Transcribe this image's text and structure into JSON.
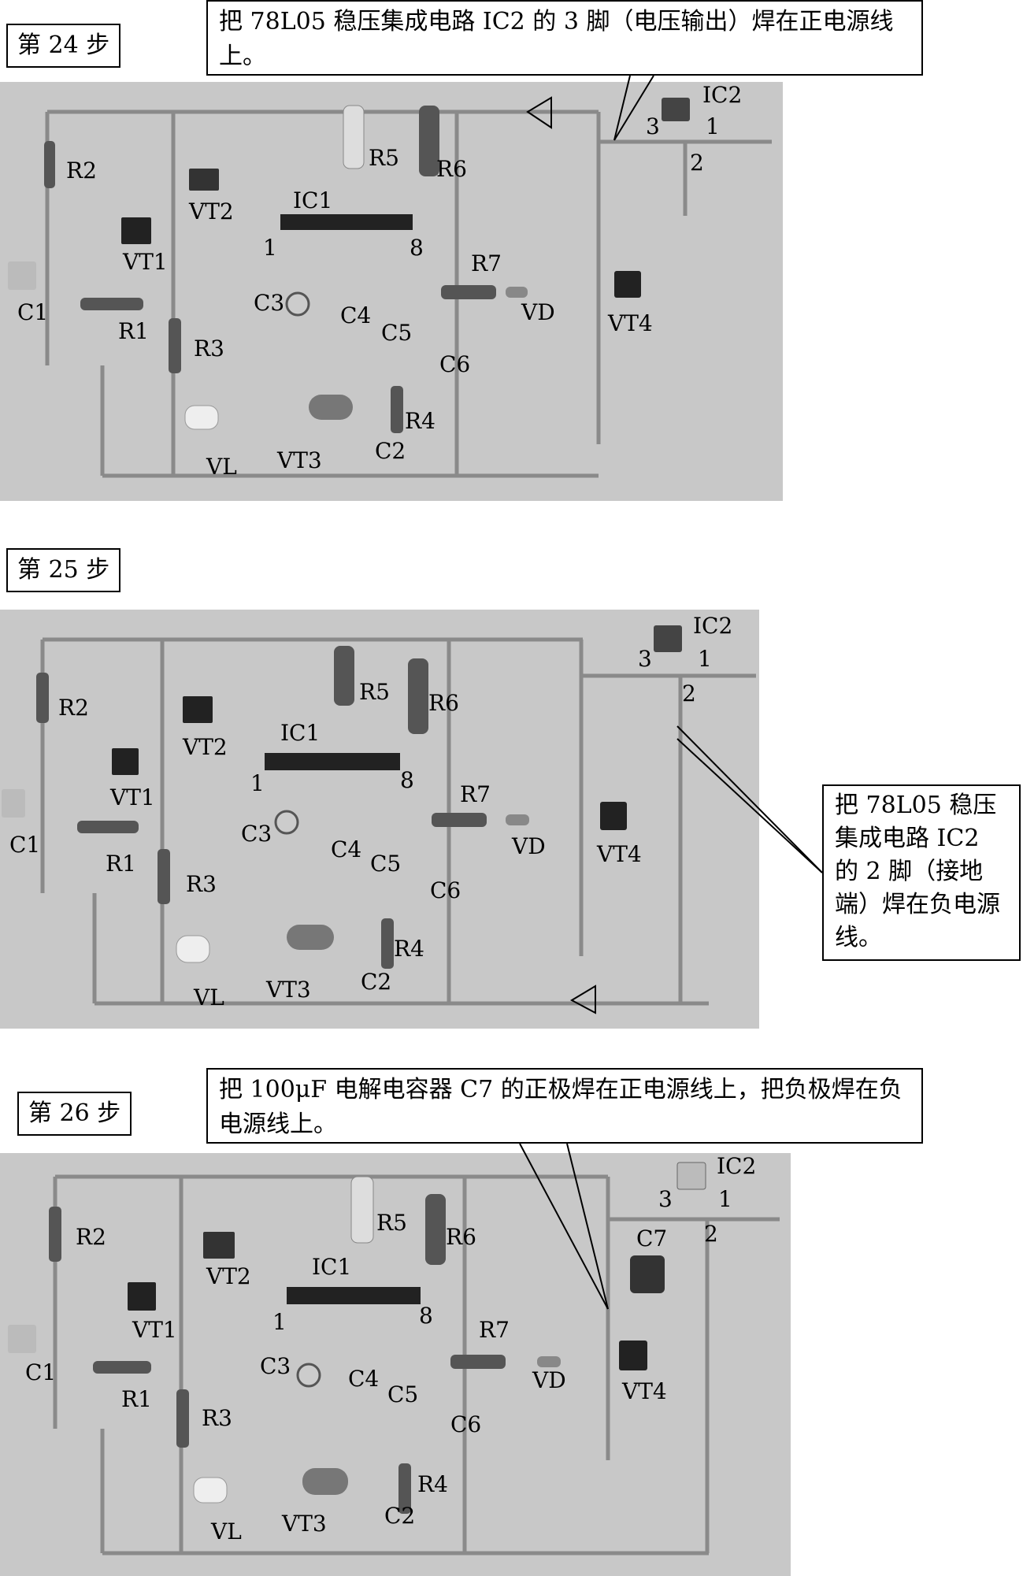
{
  "steps": [
    {
      "label": "第 24 步",
      "note": "把 78L05 稳压集成电路 IC2 的 3 脚（电压输出）焊在正电源线上。",
      "labels": {
        "R2": "R2",
        "VT2": "VT2",
        "VT1": "VT1",
        "C1": "C1",
        "R1": "R1",
        "R3": "R3",
        "R5": "R5",
        "R6": "R6",
        "IC1": "IC1",
        "pin1": "1",
        "pin8": "8",
        "C3": "C3",
        "C4": "C4",
        "C5": "C5",
        "C6": "C6",
        "R7": "R7",
        "VD": "VD",
        "VT4": "VT4",
        "R4": "R4",
        "C2": "C2",
        "VT3": "VT3",
        "VL": "VL",
        "IC2": "IC2",
        "ic2_p1": "1",
        "ic2_p2": "2",
        "ic2_p3": "3"
      }
    },
    {
      "label": "第 25 步",
      "note": "把 78L05 稳压集成电路 IC2 的 2 脚（接地端）焊在负电源线。",
      "labels": {
        "R2": "R2",
        "VT2": "VT2",
        "VT1": "VT1",
        "C1": "C1",
        "R1": "R1",
        "R3": "R3",
        "R5": "R5",
        "R6": "R6",
        "IC1": "IC1",
        "pin1": "1",
        "pin8": "8",
        "C3": "C3",
        "C4": "C4",
        "C5": "C5",
        "C6": "C6",
        "R7": "R7",
        "VD": "VD",
        "VT4": "VT4",
        "R4": "R4",
        "C2": "C2",
        "VT3": "VT3",
        "VL": "VL",
        "IC2": "IC2",
        "ic2_p1": "1",
        "ic2_p2": "2",
        "ic2_p3": "3"
      }
    },
    {
      "label": "第 26 步",
      "note": "把 100μF 电解电容器 C7 的正极焊在正电源线上，把负极焊在负电源线上。",
      "labels": {
        "R2": "R2",
        "VT2": "VT2",
        "VT1": "VT1",
        "C1": "C1",
        "R1": "R1",
        "R3": "R3",
        "R5": "R5",
        "R6": "R6",
        "IC1": "IC1",
        "pin1": "1",
        "pin8": "8",
        "C3": "C3",
        "C4": "C4",
        "C5": "C5",
        "C6": "C6",
        "R7": "R7",
        "VD": "VD",
        "VT4": "VT4",
        "R4": "R4",
        "C2": "C2",
        "VT3": "VT3",
        "VL": "VL",
        "IC2": "IC2",
        "ic2_p1": "1",
        "ic2_p2": "2",
        "ic2_p3": "3",
        "C7": "C7"
      }
    }
  ]
}
